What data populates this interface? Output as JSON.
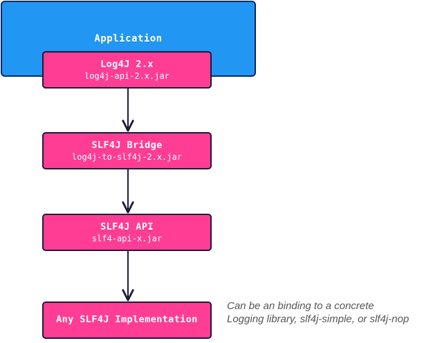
{
  "diagram": {
    "container": {
      "label": "Application"
    },
    "nodes": [
      {
        "id": "log4j",
        "title": "Log4J 2.x",
        "subtitle": "log4j-api-2.x.jar"
      },
      {
        "id": "bridge",
        "title": "SLF4J Bridge",
        "subtitle": "log4j-to-slf4j-2.x.jar"
      },
      {
        "id": "api",
        "title": "SLF4J API",
        "subtitle": "slf4-api-x.jar"
      },
      {
        "id": "impl",
        "title": "Any SLF4J Implementation",
        "subtitle": ""
      }
    ],
    "edges": [
      {
        "from": "log4j",
        "to": "bridge"
      },
      {
        "from": "bridge",
        "to": "api"
      },
      {
        "from": "api",
        "to": "impl"
      }
    ],
    "note": "Can be an binding to a concrete Logging library, slf4j-simple, or slf4j-nop",
    "colors": {
      "container_fill": "#2196f3",
      "node_fill": "#ff3d94",
      "arrow": "#1a1a3a",
      "note_text": "#555555"
    }
  }
}
